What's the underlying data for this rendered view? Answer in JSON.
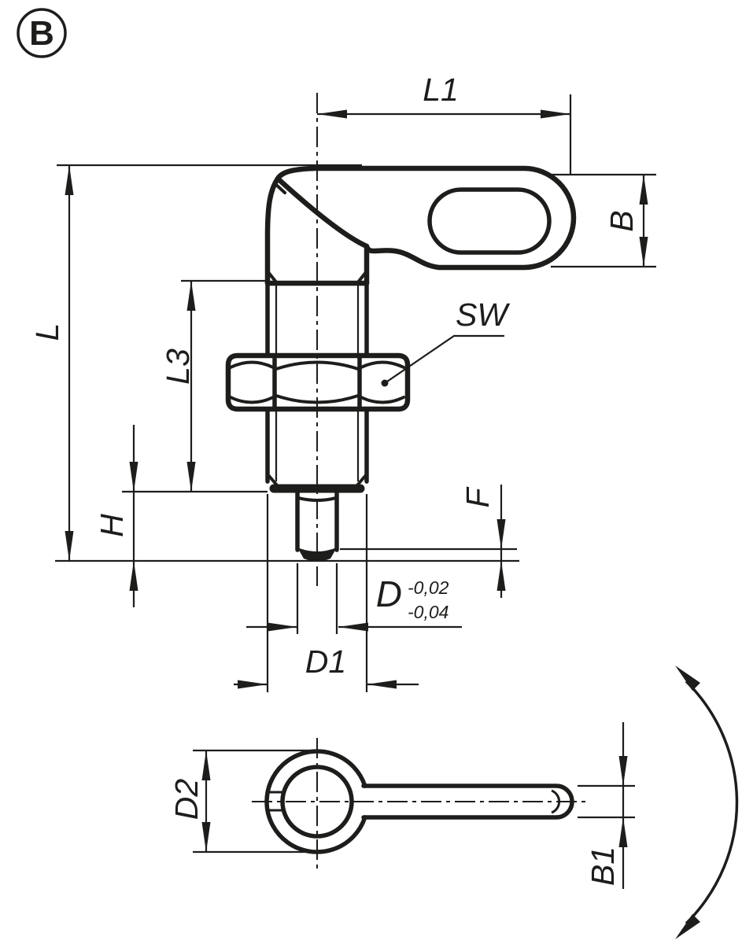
{
  "drawing": {
    "view_label": "B",
    "colors": {
      "line": "#1d1d1b",
      "background": "#ffffff"
    },
    "dims": {
      "l1": "L1",
      "b": "B",
      "l": "L",
      "l3": "L3",
      "sw": "SW",
      "h": "H",
      "f": "F",
      "d": "D",
      "d_tol_upper": "-0,02",
      "d_tol_lower": "-0,04",
      "d1": "D1",
      "d2": "D2",
      "b1": "B1"
    }
  }
}
